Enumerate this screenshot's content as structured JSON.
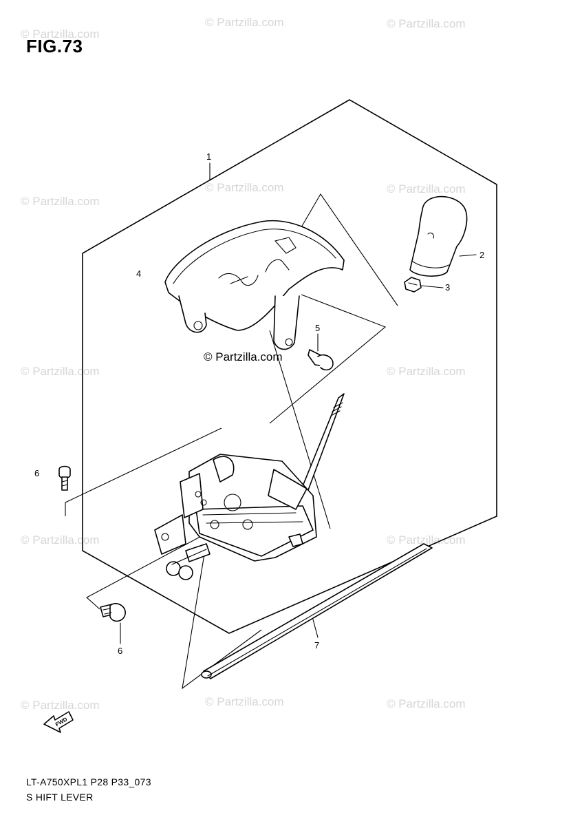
{
  "figure": {
    "title": "FIG.73"
  },
  "callouts": [
    {
      "id": "1",
      "label": "1"
    },
    {
      "id": "2",
      "label": "2"
    },
    {
      "id": "3",
      "label": "3"
    },
    {
      "id": "4",
      "label": "4"
    },
    {
      "id": "5",
      "label": "5"
    },
    {
      "id": "6a",
      "label": "6"
    },
    {
      "id": "6b",
      "label": "6"
    },
    {
      "id": "7",
      "label": "7"
    }
  ],
  "watermark": {
    "text": "© Partzilla.com"
  },
  "fwd_arrow": {
    "label": "FWD"
  },
  "footer": {
    "code": "LT-A750XPL1 P28 P33_073",
    "name": "S HIFT LEVER"
  }
}
